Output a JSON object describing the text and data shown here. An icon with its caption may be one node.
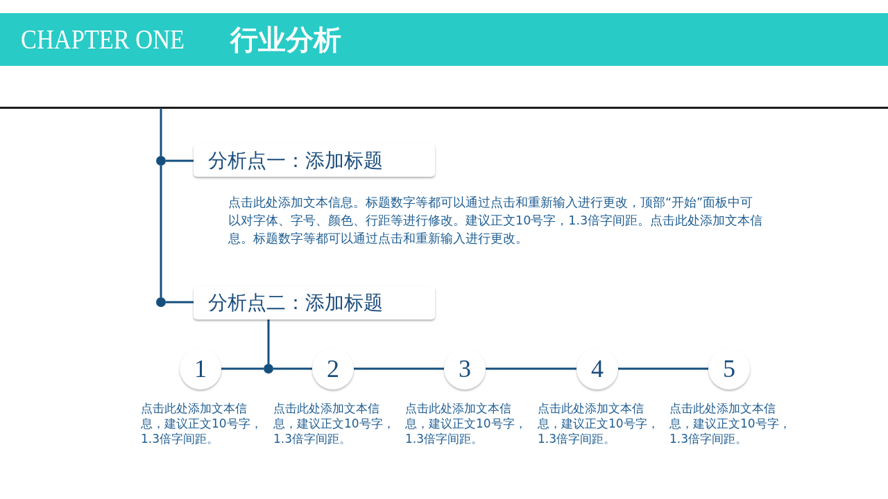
{
  "diagram": {
    "title": "行业分析",
    "nodes": [
      {
        "text": [],
        "shape": "circle"
      },
      {
        "text": [
          "分析点一：添加标题"
        ],
        "beside": [
          "点击此处添加文本信息。标题数字等都可以通过点击和重新输入进行更改，顶部“开始”面板中可以对字体、字号、颜色、行距等进行修改。建议正文10号字，1.3倍字间距。点击此处添加文本信息。标题数字等都可以通过点击和重新输入进行更改。"
        ]
      },
      {
        "text": [],
        "shape": "circle"
      },
      {
        "text": [
          "分析点二：添加标题"
        ]
      },
      {
        "text": [
          "1"
        ],
        "beside": [
          "点击此处添加文本信息，建议正文10号字，1.3倍字间距。"
        ]
      },
      {
        "text": [],
        "shape": "circle"
      },
      {
        "text": [
          "2"
        ],
        "beside": [
          "点击此处添加文本信息，建议正文10号字，1.3倍字间距。"
        ]
      },
      {
        "text": [
          "3"
        ],
        "beside": [
          "点击此处添加文本信息，建议正文10号字，1.3倍字间距。"
        ]
      },
      {
        "text": [
          "4"
        ],
        "beside": [
          "点击此处添加文本信息，建议正文10号字，1.3倍字间距。"
        ]
      },
      {
        "text": [
          "5"
        ],
        "beside": [
          "点击此处添加文本信息，建议正文10号字，1.3倍字间距。"
        ]
      }
    ],
    "edges": [
      {
        "from": null,
        "to": 0,
        "arrow": "none"
      },
      {
        "from": 0,
        "to": 1,
        "arrow": "none"
      },
      {
        "from": 0,
        "to": 2,
        "arrow": "none"
      },
      {
        "from": 2,
        "to": 3,
        "arrow": "none"
      },
      {
        "from": 3,
        "to": 5,
        "arrow": "none"
      },
      {
        "from": 4,
        "to": 5,
        "arrow": "none"
      },
      {
        "from": 5,
        "to": 6,
        "arrow": "none"
      },
      {
        "from": 6,
        "to": 7,
        "arrow": "none"
      },
      {
        "from": 7,
        "to": 8,
        "arrow": "none"
      },
      {
        "from": 8,
        "to": 9,
        "arrow": "none"
      }
    ],
    "labels": [
      "CHAPTER ONE"
    ]
  }
}
